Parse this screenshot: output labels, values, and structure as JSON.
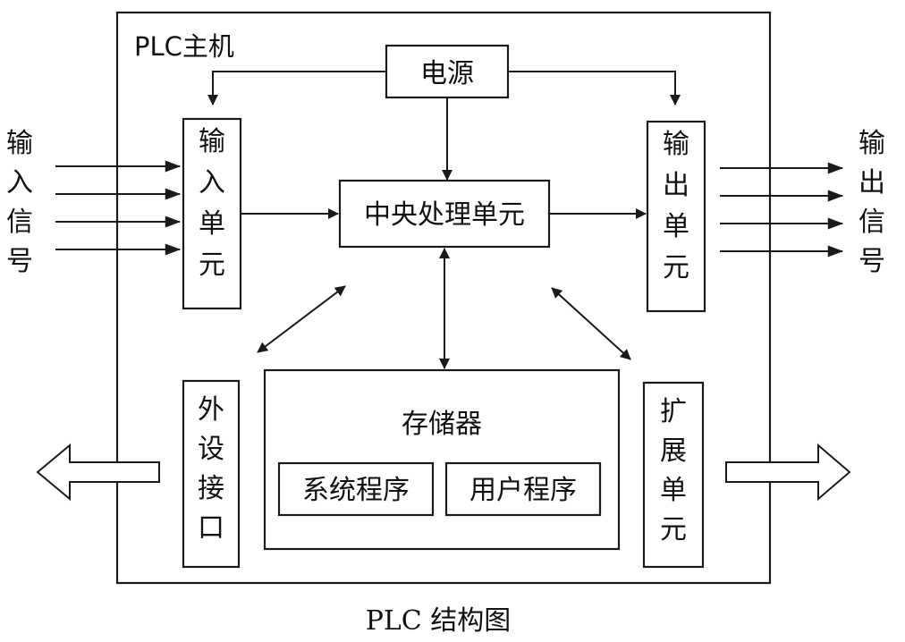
{
  "host_label": "PLC主机",
  "power": "电源",
  "cpu": "中央处理单元",
  "input_unit": "输入单元",
  "output_unit": "输出单元",
  "input_signal": "输入信号",
  "output_signal": "输出信号",
  "memory": {
    "title": "存储器",
    "system_program": "系统程序",
    "user_program": "用户程序"
  },
  "peripheral_interface": "外设接口",
  "expansion_unit": "扩展单元",
  "caption": "PLC 结构图"
}
